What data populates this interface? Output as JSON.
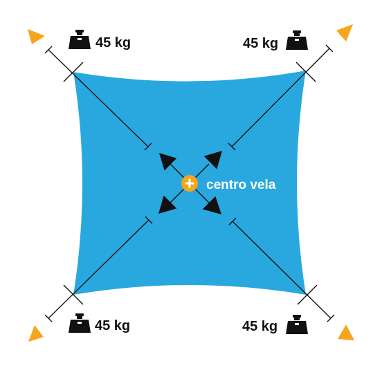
{
  "colors": {
    "sail": "#29a8df",
    "accent": "#f7a51c",
    "line": "#111111",
    "text_white": "#ffffff",
    "text_dark": "#111111"
  },
  "weights": {
    "top_left": "45 kg",
    "top_right": "45 kg",
    "bottom_left": "45 kg",
    "bottom_right": "45 kg"
  },
  "center": {
    "label": "centro vela"
  },
  "icons": {
    "weight": "weight-icon",
    "corner": "orange-triangle-arrow",
    "center": "orange-plus-circle"
  }
}
